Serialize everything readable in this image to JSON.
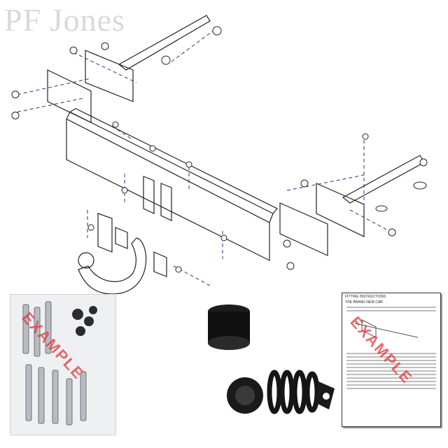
{
  "brand": {
    "name": "PF Jones"
  },
  "labels": {
    "fixings_stamp": "EXAMPLE",
    "sheet_stamp": "EXAMPLE"
  },
  "instruction_sheet": {
    "heading": "FITTING INSTRUCTIONS",
    "subheading": "THE BRAND NEW CAR"
  },
  "colors": {
    "stamp": "#e03a3a",
    "brand": "#d9d9d9",
    "line": "#222222",
    "axis": "#2b2b8a"
  }
}
